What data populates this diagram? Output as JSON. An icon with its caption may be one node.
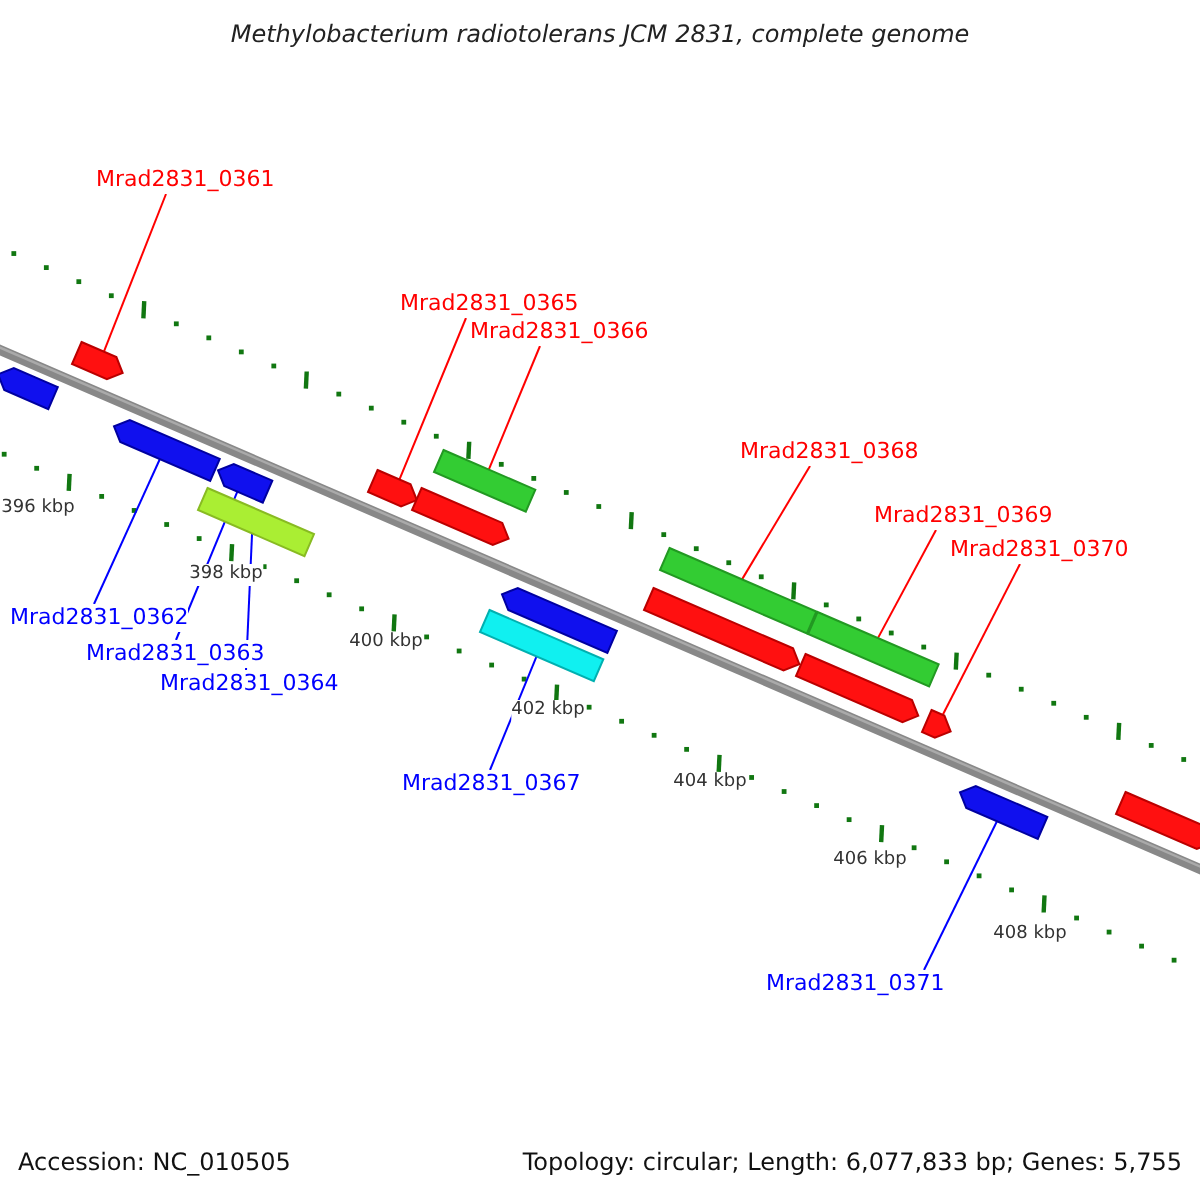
{
  "diagram": {
    "title": "Methylobacterium radiotolerans JCM 2831, complete genome",
    "nodes": [
      {
        "text": [
          "Mrad2831_0361"
        ]
      },
      {
        "text": [
          "Mrad2831_0365"
        ]
      },
      {
        "text": [
          "Mrad2831_0366"
        ]
      },
      {
        "text": [
          "Mrad2831_0368"
        ]
      },
      {
        "text": [
          "Mrad2831_0369"
        ]
      },
      {
        "text": [
          "Mrad2831_0370"
        ]
      },
      {
        "text": [
          "Mrad2831_0362"
        ]
      },
      {
        "text": [
          "Mrad2831_0363"
        ]
      },
      {
        "text": [
          "Mrad2831_0364"
        ]
      },
      {
        "text": [
          "Mrad2831_0367"
        ]
      },
      {
        "text": [
          "Mrad2831_0371"
        ]
      },
      {
        "text": [],
        "shape": "arrow"
      },
      {
        "text": [],
        "shape": "arrow"
      },
      {
        "text": [],
        "shape": "bar"
      },
      {
        "text": [],
        "shape": "bar"
      },
      {
        "text": [],
        "shape": "bar"
      },
      {
        "text": [],
        "shape": "arrow"
      },
      {
        "text": [],
        "shape": "arrow"
      },
      {
        "text": [],
        "shape": "arrow"
      },
      {
        "text": [],
        "shape": "bar"
      },
      {
        "text": [],
        "shape": "bar"
      },
      {
        "text": [],
        "shape": "arrow"
      },
      {
        "text": [],
        "shape": "arrow"
      },
      {
        "text": [],
        "shape": "arrow"
      },
      {
        "text": [],
        "shape": "arrow"
      },
      {
        "text": [],
        "shape": "arrow"
      },
      {
        "text": [],
        "shape": "arrow"
      },
      {
        "text": [],
        "shape": "arrow"
      }
    ],
    "edges": [
      {
        "from": 0,
        "to": 11,
        "arrow": "none"
      },
      {
        "from": 1,
        "to": 12,
        "arrow": "none"
      },
      {
        "from": 2,
        "to": 13,
        "arrow": "none"
      },
      {
        "from": 3,
        "to": 14,
        "arrow": "none"
      },
      {
        "from": 4,
        "to": 15,
        "arrow": "none"
      },
      {
        "from": 5,
        "to": 16,
        "arrow": "none"
      },
      {
        "from": 6,
        "to": 17,
        "arrow": "none",
        "color": "#0000ff"
      },
      {
        "from": 7,
        "to": 18,
        "arrow": "none",
        "color": "#0000ff"
      },
      {
        "from": 8,
        "to": 19,
        "arrow": "none",
        "color": "#0000ff"
      },
      {
        "from": 9,
        "to": 20,
        "arrow": "none",
        "color": "#0000ff"
      },
      {
        "from": 10,
        "to": 21,
        "arrow": "none",
        "color": "#0000ff"
      }
    ],
    "labels": [
      "396 kbp",
      "398 kbp",
      "400 kbp",
      "402 kbp",
      "404 kbp",
      "406 kbp",
      "408 kbp",
      "Accession: NC_010505",
      "Topology: circular; Length: 6,077,833 bp; Genes: 5,755"
    ]
  }
}
